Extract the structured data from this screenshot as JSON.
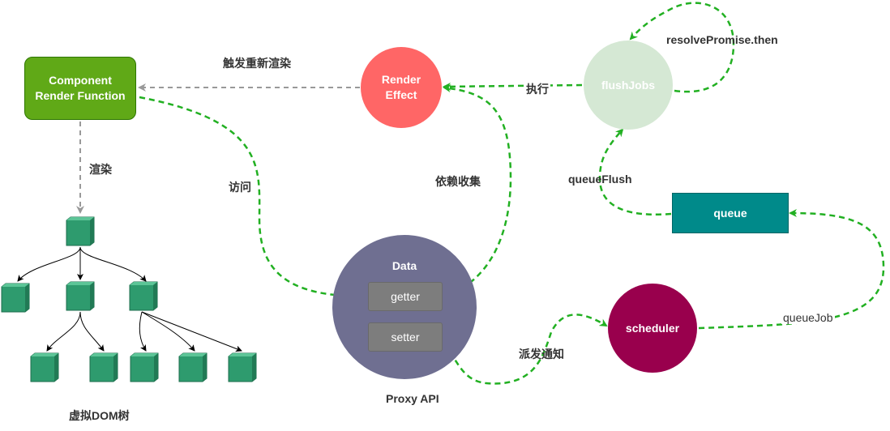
{
  "nodes": {
    "component_render_function": "Component Render Function",
    "render_effect": "Render Effect",
    "flush_jobs": "flushJobs",
    "queue": "queue",
    "scheduler": "scheduler",
    "data_title": "Data",
    "getter": "getter",
    "setter": "setter",
    "proxy_api": "Proxy API",
    "vdom_tree": "虚拟DOM树"
  },
  "edges": {
    "trigger_rerender": "触发重新渲染",
    "render": "渲染",
    "access": "访问",
    "dependency_collection": "依赖收集",
    "execute": "执行",
    "resolve_promise_then": "resolvePromise.then",
    "queue_flush": "queueFlush",
    "queue_job": "queueJob",
    "dispatch_notify": "派发通知"
  },
  "colors": {
    "green_arrow": "#22b022",
    "gray_arrow": "#999999",
    "component": "#60a917",
    "render_effect": "#ff6666",
    "flush_jobs": "#d5e8d4",
    "queue": "#008a8a",
    "scheduler": "#99004d",
    "proxy": "#6f6f91",
    "tree_cube": "#2e9b6e"
  }
}
